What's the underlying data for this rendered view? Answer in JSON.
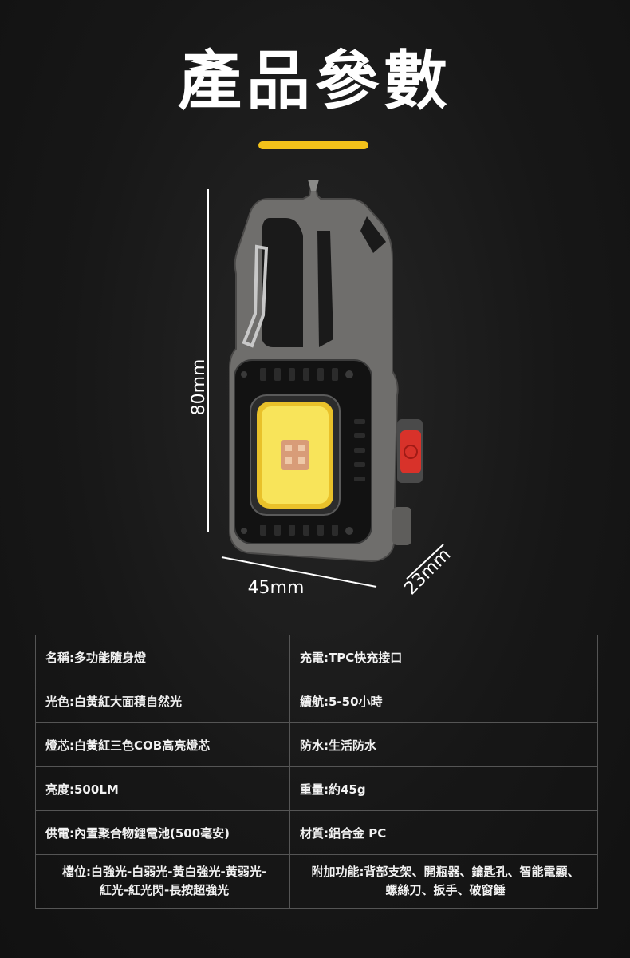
{
  "page": {
    "title": "產品參數",
    "accent_color": "#f3c21a",
    "background_color": "#151515"
  },
  "product_image": {
    "icons": [
      "keychain-flashlight-icon",
      "cob-light-icon",
      "power-button-icon",
      "bottle-opener-icon"
    ],
    "dimensions": {
      "height": "80mm",
      "width": "45mm",
      "depth": "23mm"
    }
  },
  "specs": {
    "rows": [
      {
        "left": "名稱:多功能隨身燈",
        "right": "充電:TPC快充接口"
      },
      {
        "left": "光色:白黃紅大面積自然光",
        "right": "續航:5-50小時"
      },
      {
        "left": "燈芯:白黃紅三色COB高亮燈芯",
        "right": "防水:生活防水"
      },
      {
        "left": "亮度:500LM",
        "right": "重量:約45g"
      },
      {
        "left": "供電:內置聚合物鋰電池(500毫安)",
        "right": "材質:鋁合金 PC"
      }
    ],
    "last_row": {
      "left_line1": "檔位:白強光-白弱光-黃白強光-黃弱光-",
      "left_line2": "紅光-紅光閃-長按超強光",
      "right_line1": "附加功能:背部支架、開瓶器、鑰匙孔、智能電顯、",
      "right_line2": "螺絲刀、扳手、破窗錘"
    }
  }
}
